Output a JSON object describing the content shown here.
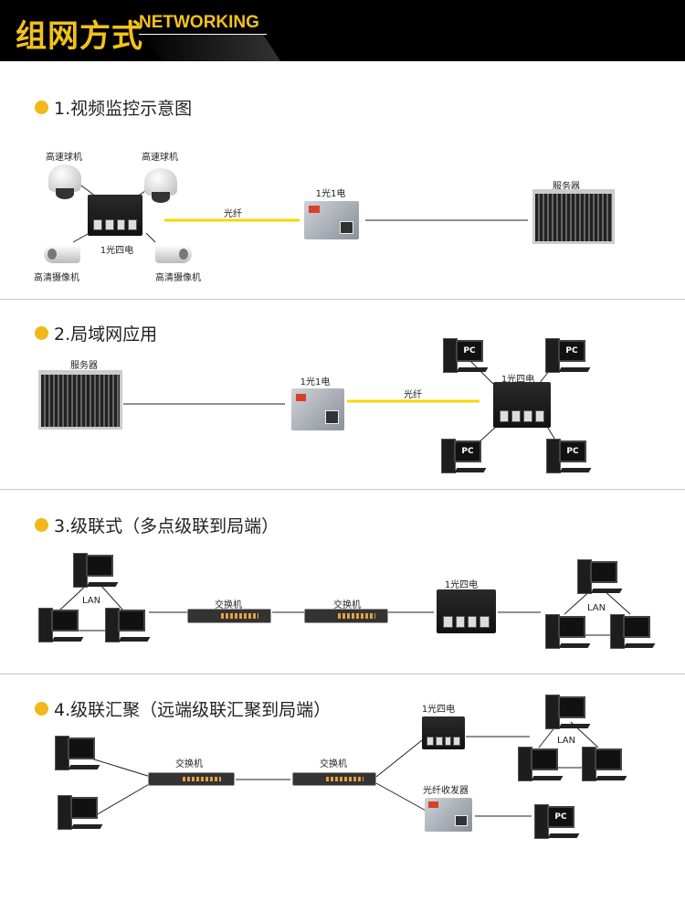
{
  "header": {
    "title_cn": "组网方式",
    "title_en": "NETWORKING"
  },
  "sections": [
    {
      "title": "1.视频监控示意图",
      "labels": {
        "dome": "高速球机",
        "bullet": "高清摄像机",
        "switch": "1光四电",
        "fiber": "光纤",
        "converter": "1光1电",
        "server": "服务器"
      }
    },
    {
      "title": "2.局域网应用",
      "labels": {
        "server": "服务器",
        "converter": "1光1电",
        "fiber": "光纤",
        "switch": "1光四电",
        "pc": "PC"
      }
    },
    {
      "title": "3.级联式（多点级联到局端）",
      "labels": {
        "lan": "LAN",
        "switch": "交换机",
        "sw4": "1光四电"
      }
    },
    {
      "title": "4.级联汇聚（远端级联汇聚到局端）",
      "labels": {
        "switch": "交换机",
        "sw4": "1光四电",
        "lan": "LAN",
        "transceiver": "光纤收发器",
        "pc": "PC"
      }
    }
  ],
  "colors": {
    "accent": "#f2c21b",
    "fiber": "#f5d800"
  }
}
